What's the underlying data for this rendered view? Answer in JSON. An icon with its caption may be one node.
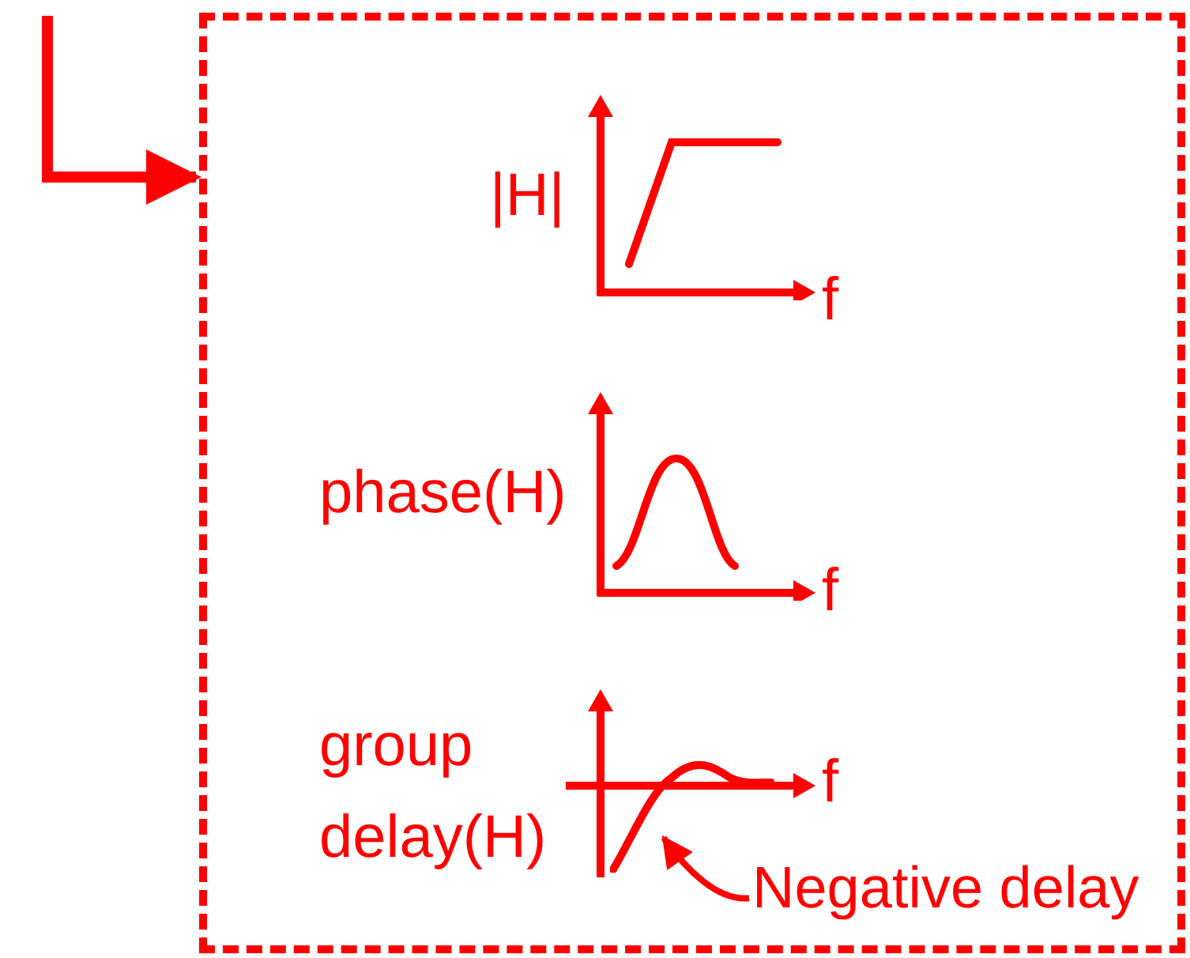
{
  "diagram": {
    "nodes": [
      {
        "text": [],
        "shape": "box"
      },
      {
        "text": [],
        "shape": "picture",
        "in": 0
      },
      {
        "text": [
          "Negative delay"
        ],
        "in": 0
      }
    ],
    "edges": [
      {
        "from": null,
        "to": 0,
        "arrow": "to"
      },
      {
        "from": 2,
        "to": 1,
        "arrow": "to"
      }
    ],
    "labels": [
      "|H|",
      "f",
      "phase(H)",
      "f",
      "group delay(H)",
      "f"
    ]
  }
}
